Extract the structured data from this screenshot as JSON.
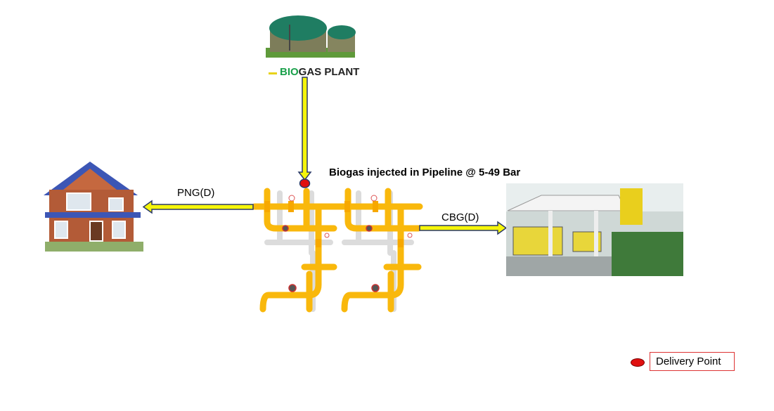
{
  "plant": {
    "label_part1": "BIO",
    "label_part2": "GAS PLANT"
  },
  "injection_label": "Biogas injected in Pipeline @ 5-49 Bar",
  "png_label": "PNG(D)",
  "cbg_label": "CBG(D)",
  "legend": {
    "label": "Delivery Point"
  },
  "colors": {
    "arrow_fill": "#f5f50a",
    "arrow_stroke": "#2b3a67",
    "pipe": "#f9b80c",
    "delivery_point": "#e01010",
    "bio_text": "#19a04a"
  }
}
